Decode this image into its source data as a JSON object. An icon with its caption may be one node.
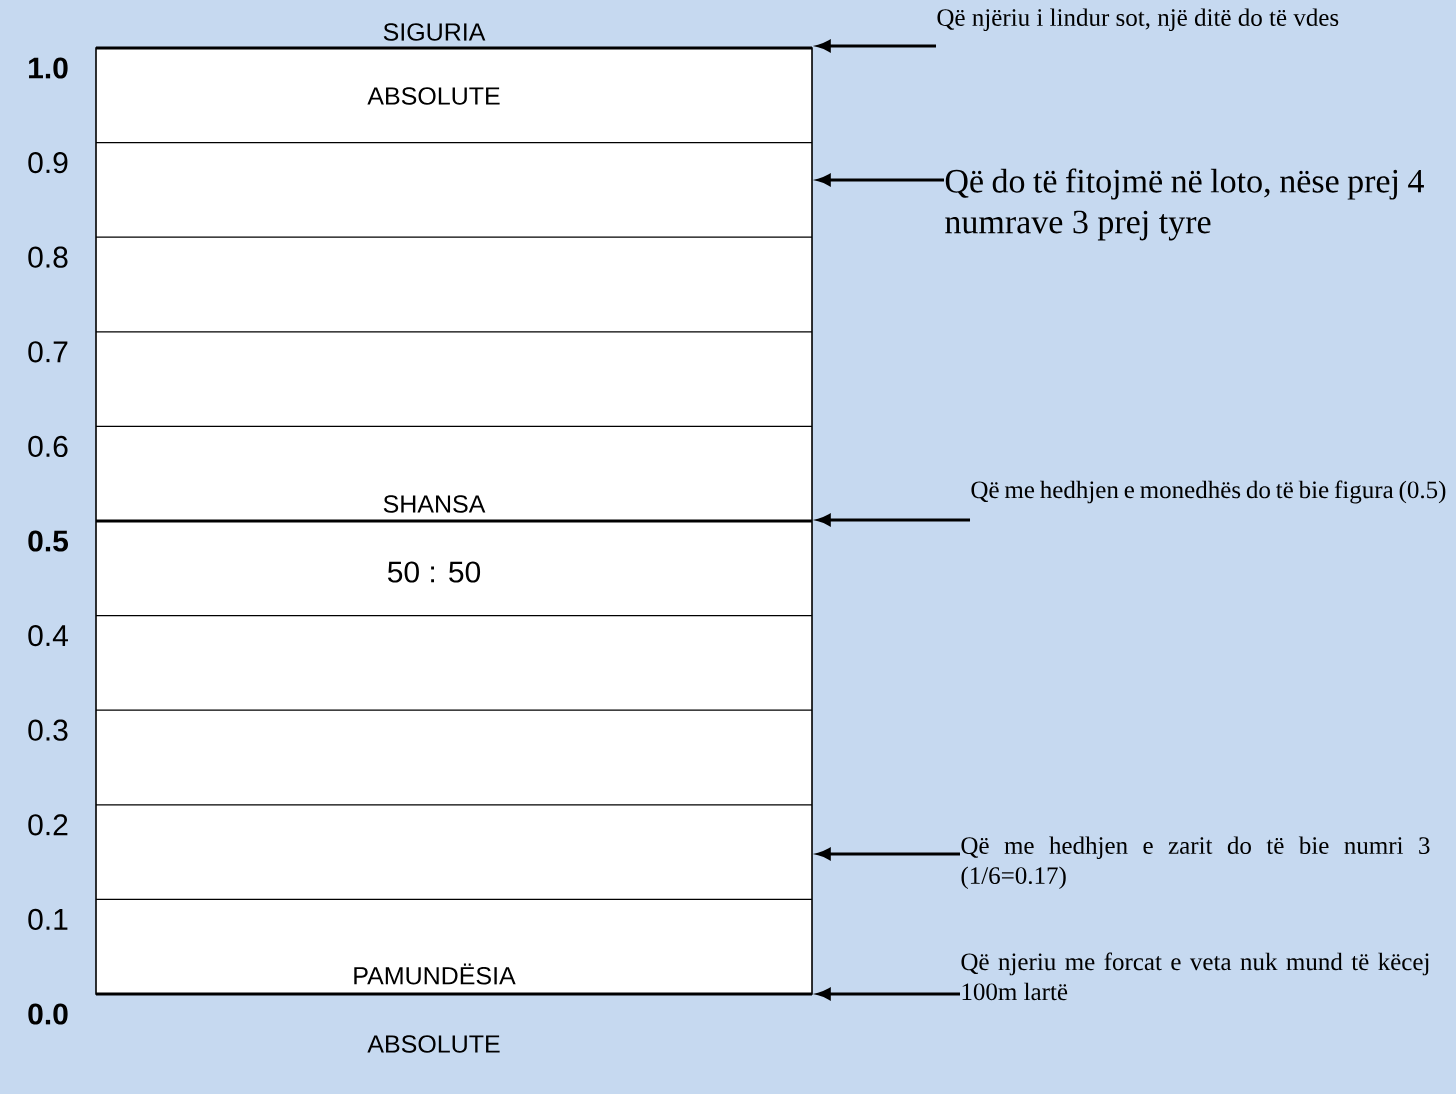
{
  "diagram": {
    "nodes": [
      {
        "text": [],
        "shape": "box"
      },
      {
        "text": [
          "Që njëriu i lindur sot, një ditë do të vdes"
        ]
      },
      {
        "text": [
          "Që do të fitojmë në loto, nëse prej 4 numrave 3 prej tyre"
        ]
      },
      {
        "text": [
          "Që me hedhjen e monedhës do të bie figura (0.5)"
        ]
      },
      {
        "text": [
          "Që me hedhjen e zarit do të bie numri 3 (1/6=0.17)"
        ]
      },
      {
        "text": [
          "Që njeriu me forcat e veta nuk mund të këcej 100m lartë"
        ]
      }
    ],
    "edges": [
      {
        "from": 1,
        "to": 0,
        "arrow": "to"
      },
      {
        "from": 2,
        "to": 0,
        "arrow": "to"
      },
      {
        "from": 3,
        "to": 0,
        "arrow": "to"
      },
      {
        "from": 4,
        "to": 0,
        "arrow": "to"
      },
      {
        "from": 5,
        "to": 0,
        "arrow": "to"
      }
    ],
    "labels": [
      "SIGURIA",
      "ABSOLUTE",
      "SHANSA",
      "50 : 50",
      "PAMUNDËSIA",
      "ABSOLUTE",
      "1.0",
      "0.9",
      "0.8",
      "0.7",
      "0.6",
      "0.5",
      "0.4",
      "0.3",
      "0.2",
      "0.1",
      "0.0"
    ]
  }
}
